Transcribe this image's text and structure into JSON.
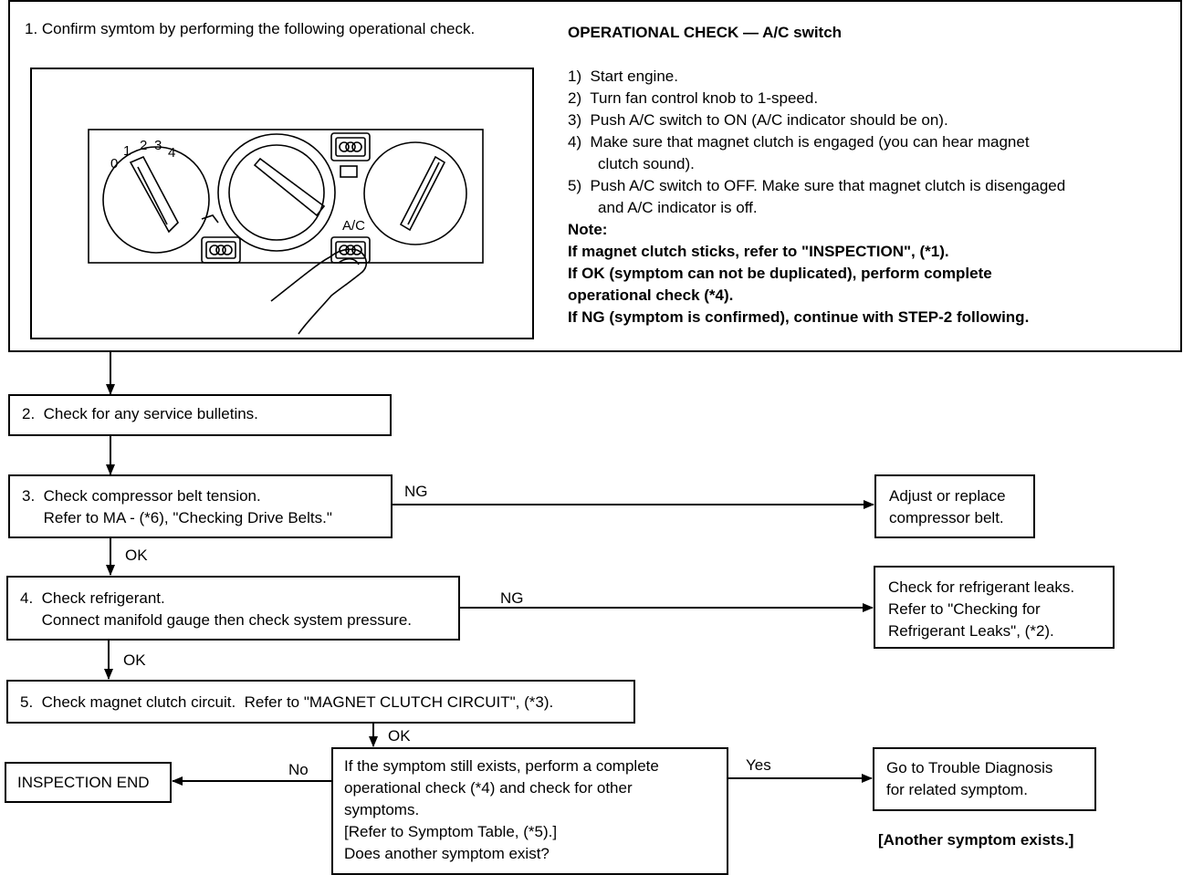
{
  "step1": {
    "text": "1. Confirm symtom by performing the following operational check.",
    "panel_labels": {
      "fan_numbers": [
        "0",
        "1",
        "2",
        "3",
        "4"
      ],
      "ac_label": "A/C"
    },
    "check_title": "OPERATIONAL CHECK — A/C switch",
    "check_steps": [
      "1)  Start engine.",
      "2)  Turn fan control knob to 1-speed.",
      "3)  Push A/C switch to ON (A/C indicator should be on).",
      "4)  Make sure that magnet clutch is engaged (you can hear magnet",
      "       clutch sound).",
      "5)  Push A/C switch to OFF. Make sure that magnet clutch is disengaged",
      "       and A/C indicator is off."
    ],
    "note_title": "Note:",
    "note_lines": [
      "If magnet clutch sticks, refer to \"INSPECTION\", (*1).",
      "If OK (symptom can not be duplicated), perform complete",
      "operational check (*4).",
      "If NG (symptom is confirmed), continue with STEP-2 following."
    ]
  },
  "step2": {
    "text": "2.  Check for any service bulletins."
  },
  "step3": {
    "lines": [
      "3.  Check compressor belt tension.",
      "     Refer to MA - (*6), \"Checking Drive Belts.\""
    ]
  },
  "step3_ng": {
    "label": "NG",
    "lines": [
      "Adjust or replace",
      "compressor belt."
    ]
  },
  "step4": {
    "lines": [
      "4.  Check refrigerant.",
      "     Connect manifold gauge then check system pressure."
    ]
  },
  "step4_ng": {
    "label": "NG",
    "lines": [
      "Check for refrigerant leaks.",
      "Refer to \"Checking for",
      "Refrigerant Leaks\", (*2)."
    ]
  },
  "step5": {
    "text": "5.  Check magnet clutch circuit.  Refer to \"MAGNET CLUTCH CIRCUIT\", (*3)."
  },
  "ok_label": "OK",
  "step6": {
    "lines": [
      "If the symptom still exists, perform a complete",
      "operational check (*4) and check for other",
      "symptoms.",
      "[Refer to Symptom Table, (*5).]",
      "Does another symptom exist?"
    ]
  },
  "no_branch": {
    "label": "No",
    "result": "INSPECTION END"
  },
  "yes_branch": {
    "label": "Yes",
    "lines": [
      "Go to Trouble Diagnosis",
      "for related symptom."
    ],
    "caption": "[Another symptom exists.]"
  }
}
